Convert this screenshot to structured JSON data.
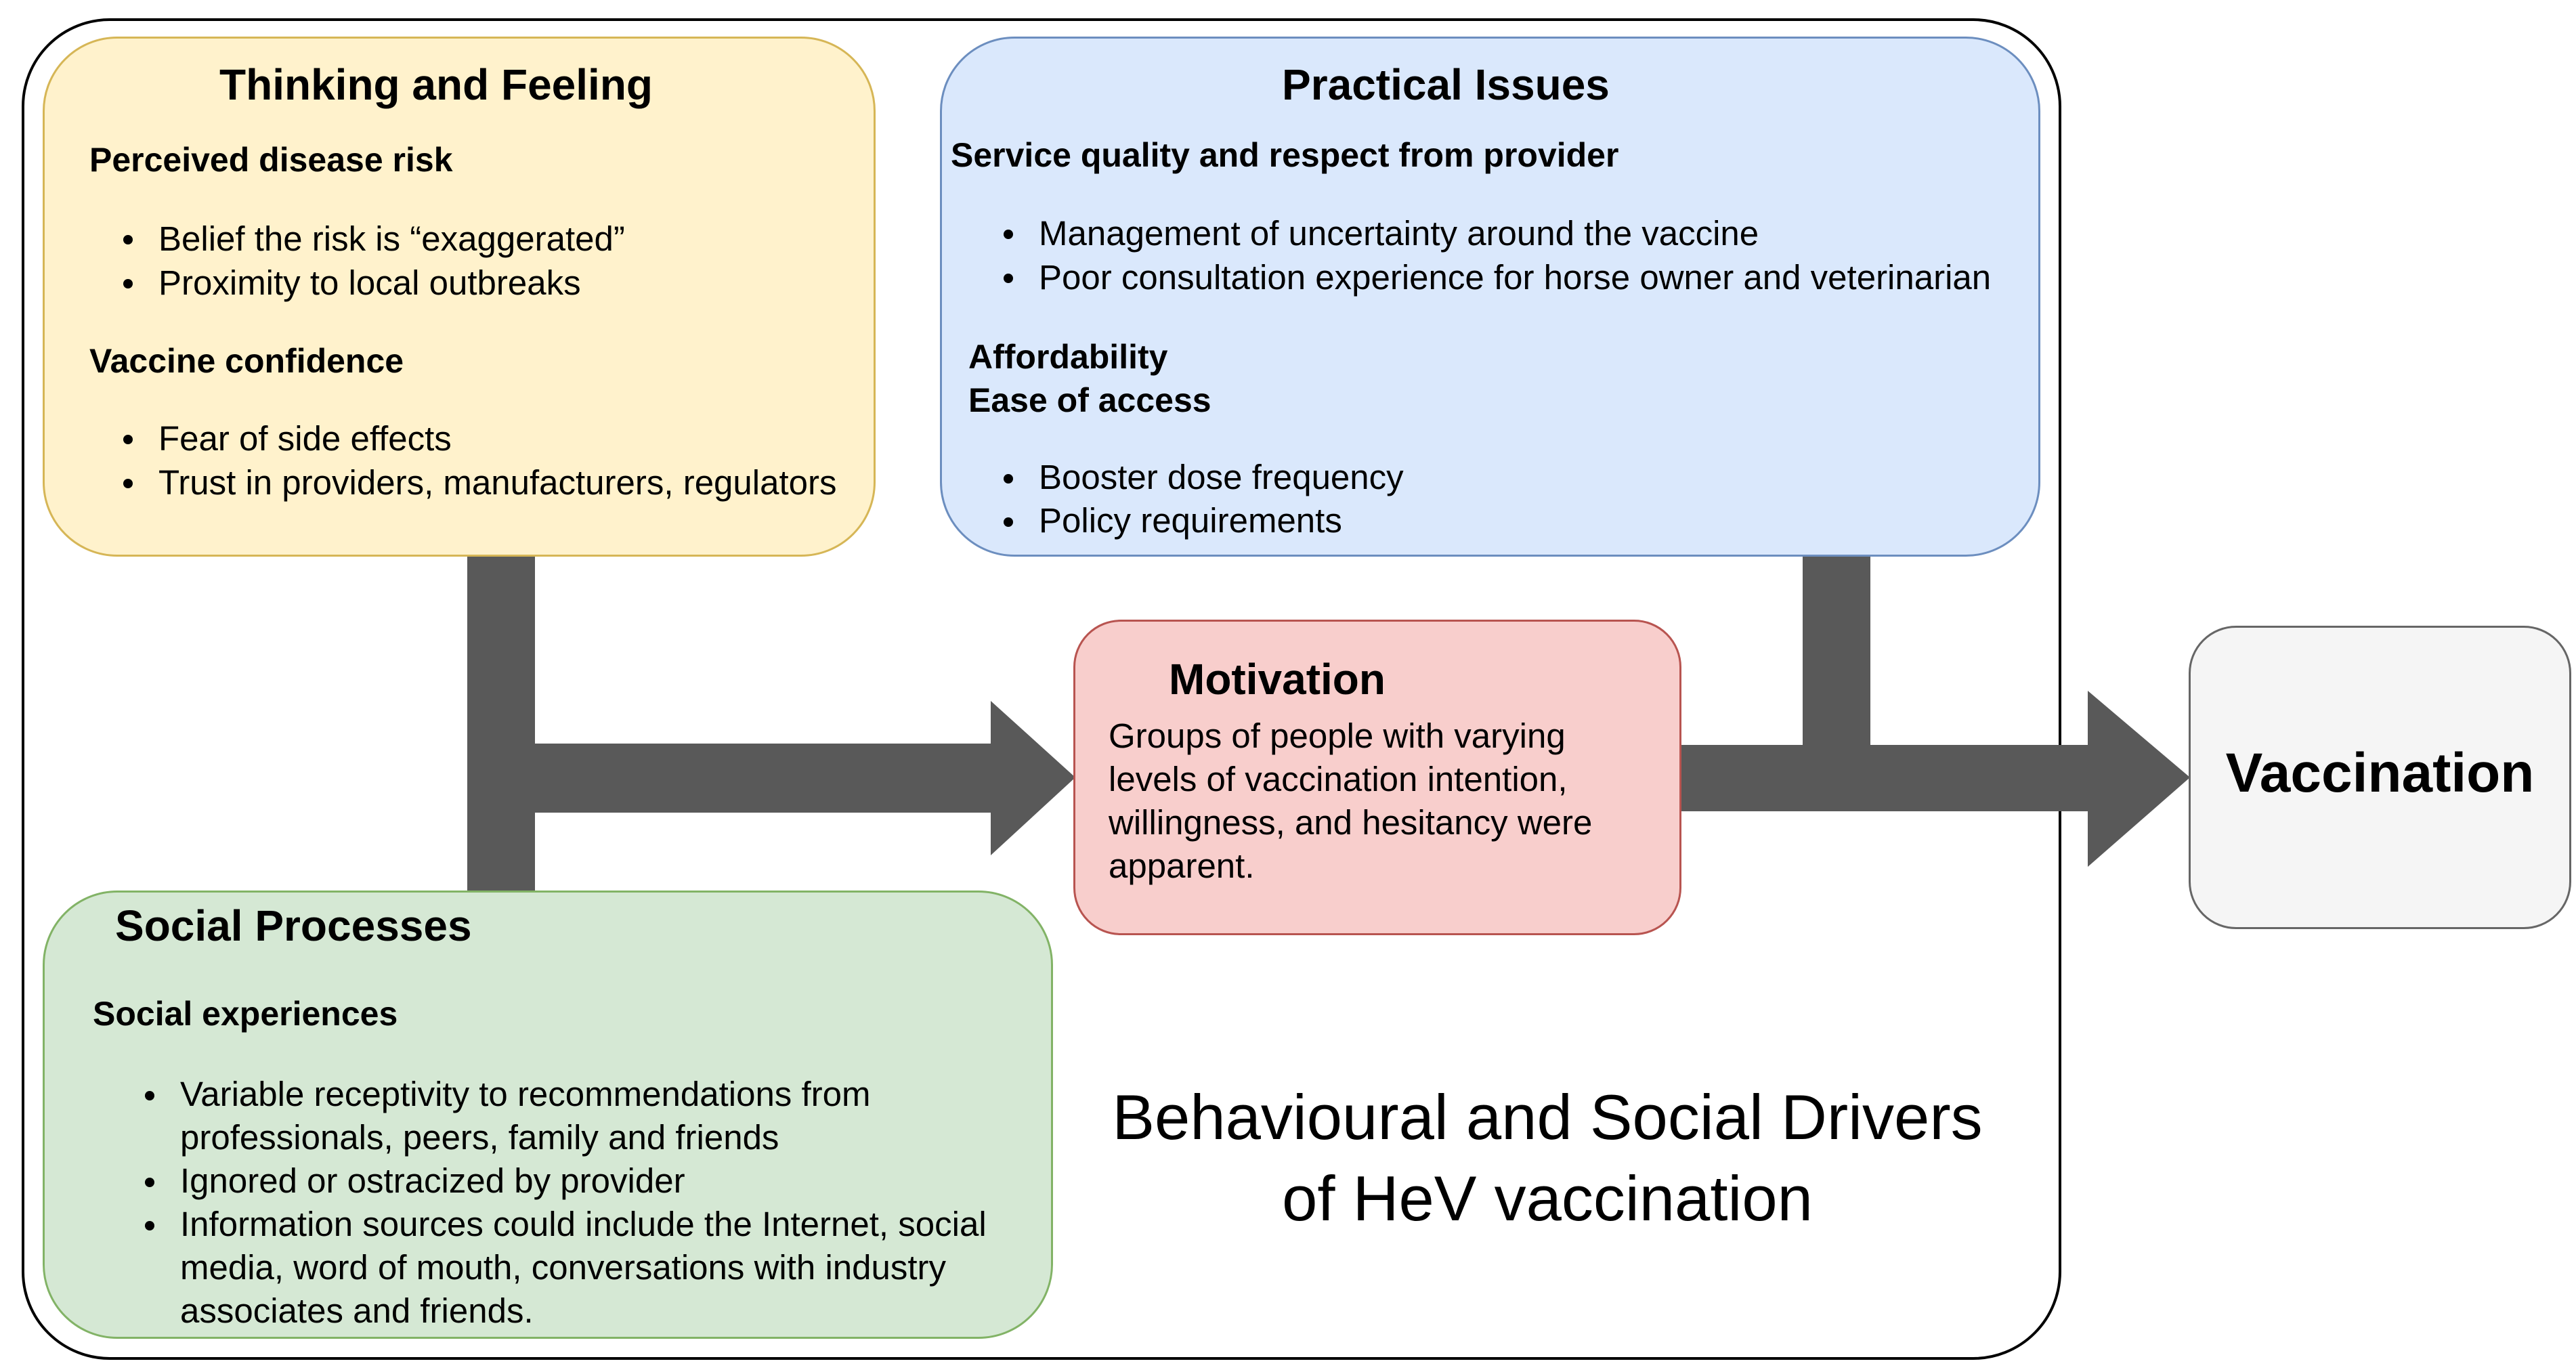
{
  "diagram_title": {
    "line1": "Behavioural and Social Drivers",
    "line2": "of HeV vaccination"
  },
  "thinking": {
    "title": "Thinking and Feeling",
    "perceived_heading": "Perceived disease risk",
    "perceived_items": [
      "Belief the risk is “exaggerated”",
      "Proximity to local outbreaks"
    ],
    "confidence_heading": "Vaccine confidence",
    "confidence_items": [
      "Fear of side effects",
      "Trust in providers, manufacturers, regulators"
    ]
  },
  "practical": {
    "title": "Practical Issues",
    "service_heading": "Service quality and respect from provider",
    "service_items": [
      "Management of uncertainty around the vaccine",
      "Poor consultation experience for horse owner and veterinarian"
    ],
    "affordability_heading": "Affordability",
    "access_heading": "Ease of access",
    "access_items": [
      "Booster dose frequency",
      "Policy requirements"
    ]
  },
  "motivation": {
    "title": "Motivation",
    "lines": [
      "Groups of people with varying",
      "levels of vaccination intention,",
      "willingness, and hesitancy were",
      "apparent."
    ]
  },
  "social": {
    "title": "Social Processes",
    "heading": "Social experiences",
    "item1_lines": [
      "Variable receptivity to recommendations from",
      "professionals, peers, family and friends"
    ],
    "item2": "Ignored or ostracized by provider",
    "item3_lines": [
      "Information sources could include the Internet, social",
      "media, word of mouth, conversations with industry",
      "associates and friends."
    ]
  },
  "vaccination": {
    "label": "Vaccination"
  },
  "colors": {
    "arrow": "#595959",
    "thinking_fill": "#fff2cc",
    "practical_fill": "#dae8fc",
    "motivation_fill": "#f8cecc",
    "social_fill": "#d5e8d4",
    "vaccination_fill": "#f5f5f5"
  }
}
